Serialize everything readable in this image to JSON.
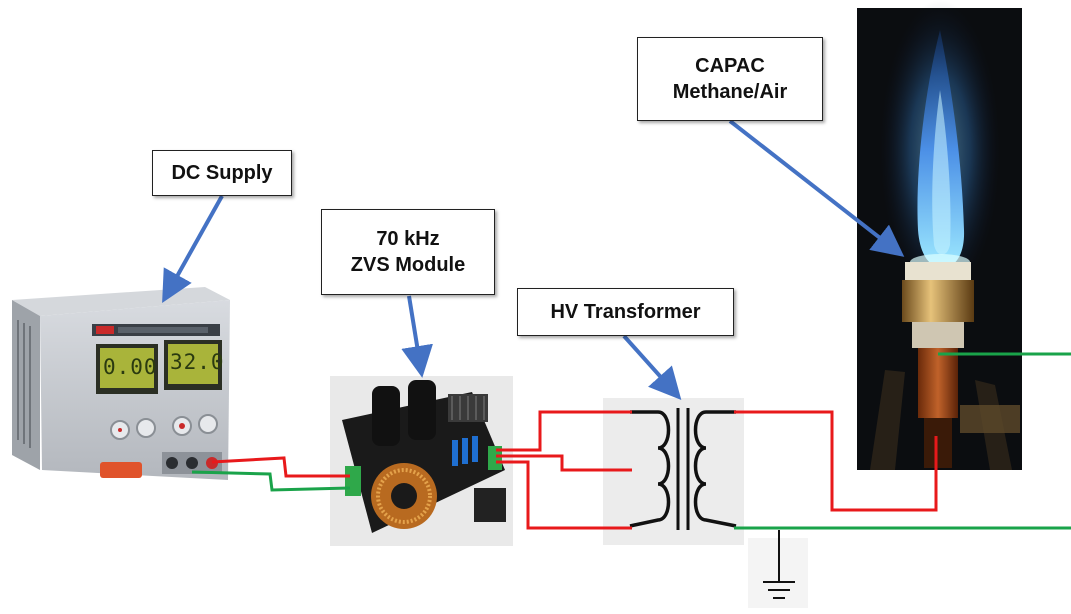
{
  "labels": {
    "dc_supply": "DC Supply",
    "zvs_line1": "70 kHz",
    "zvs_line2": "ZVS Module",
    "hv_transformer": "HV Transformer",
    "capac_line1": "CAPAC",
    "capac_line2": "Methane/Air"
  },
  "power_supply": {
    "display_left": "0.00",
    "display_right": "32.0"
  },
  "colors": {
    "arrow": "#4472c4",
    "wire_positive": "#e8191b",
    "wire_ground": "#1aa34a",
    "flame": "#3a7bd5"
  }
}
